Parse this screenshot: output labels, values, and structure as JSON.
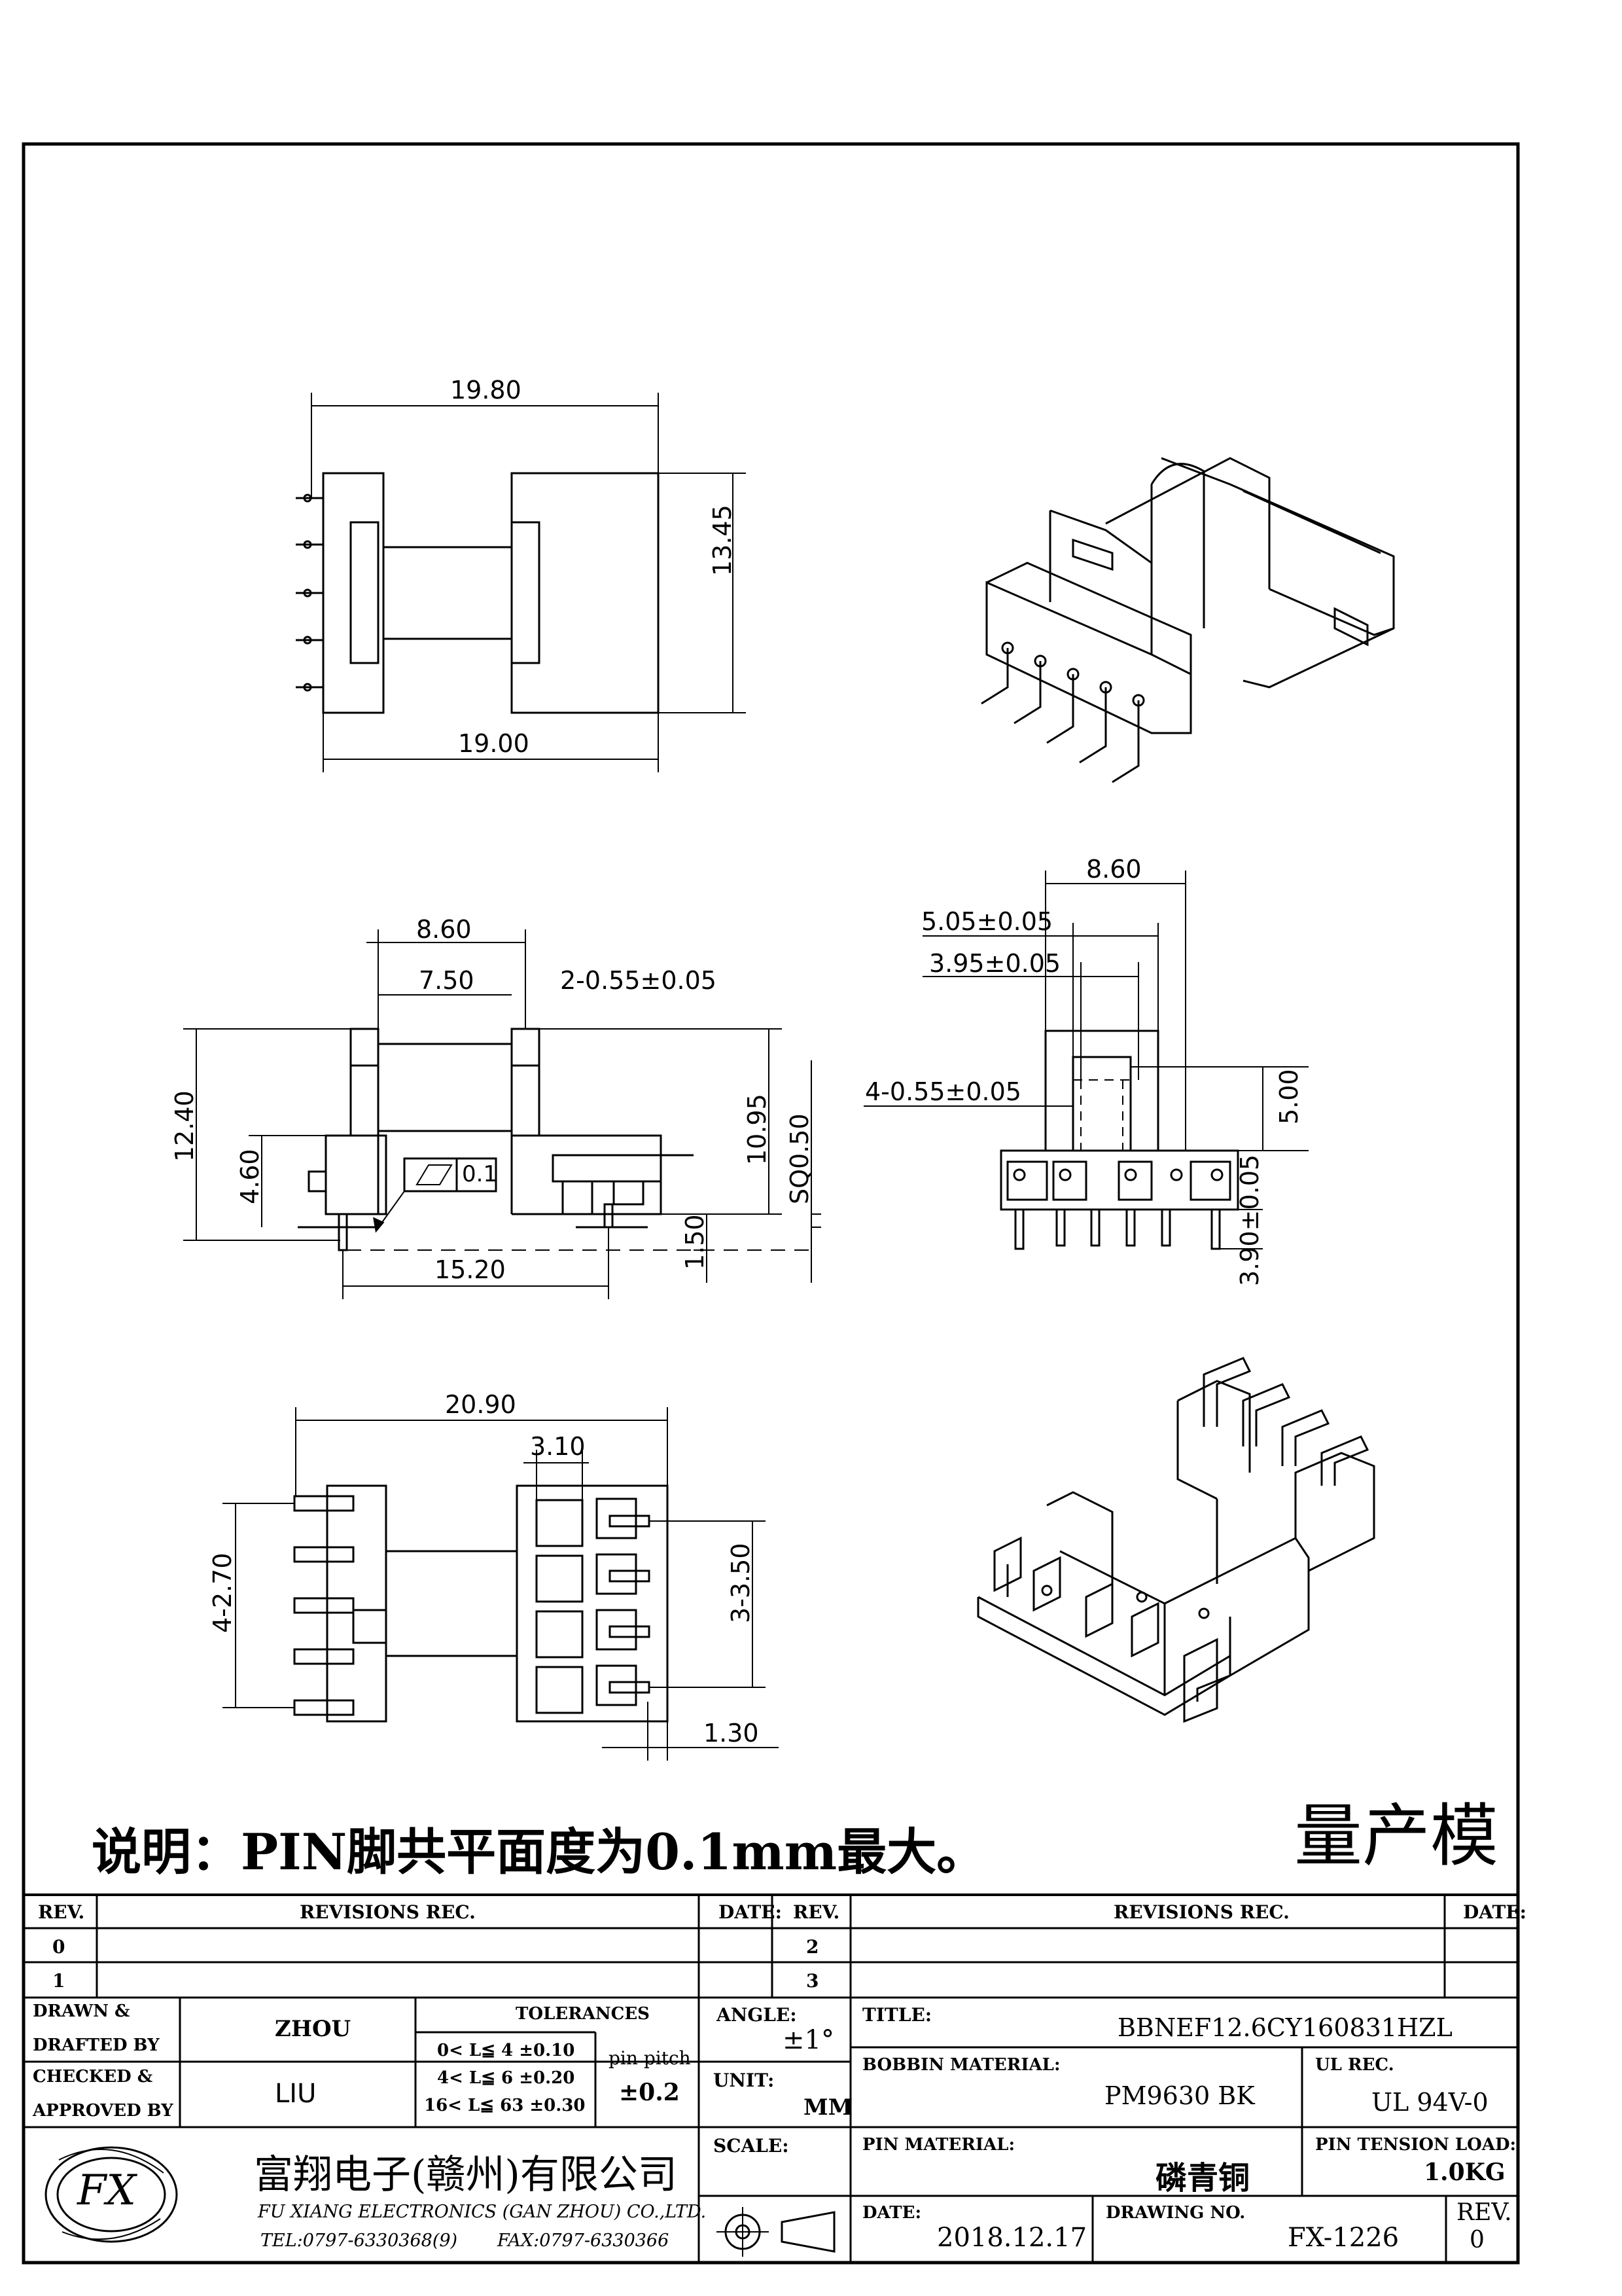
{
  "dims": {
    "top_width_upper": "19.80",
    "top_height": "13.45",
    "top_width_lower": "19.00",
    "side_8_60": "8.60",
    "side_7_50": "7.50",
    "side_pin_dia": "2-0.55±0.05",
    "side_12_40": "12.40",
    "side_4_60": "4.60",
    "side_10_95": "10.95",
    "side_sq": "SQ0.50",
    "side_1_50": "1.50",
    "side_15_20": "15.20",
    "flatness": "0.1",
    "front_8_60": "8.60",
    "front_5_05": "5.05±0.05",
    "front_3_95": "3.95±0.05",
    "front_pin_dia": "4-0.55±0.05",
    "front_5_00": "5.00",
    "front_3_90": "3.90±0.05",
    "bottom_20_90": "20.90",
    "bottom_3_10": "3.10",
    "bottom_4_2_70": "4-2.70",
    "bottom_3_3_50": "3-3.50",
    "bottom_1_30": "1.30"
  },
  "note": "说明：PIN脚共平面度为0.1mm最大。",
  "stage": "量产模",
  "title_block": {
    "rev_header": "REV.",
    "revisions_header": "REVISIONS  REC.",
    "date_header": "DATE:",
    "rev_rows": [
      "0",
      "1",
      "2",
      "3"
    ],
    "drawn_label": "DRAWN &",
    "drafted_label": "DRAFTED BY",
    "drawn_by": "ZHOU",
    "checked_label": "CHECKED &",
    "approved_label": "APPROVED BY",
    "approved_by": "LIU",
    "tolerances_label": "TOLERANCES",
    "tol_1": "0< L≦ 4  ±0.10",
    "tol_2": "4< L≦ 6  ±0.20",
    "tol_3": "16< L≦ 63 ±0.30",
    "pin_pitch_label": "pin pitch",
    "pin_pitch_value": "±0.2",
    "angle_label": "ANGLE:",
    "angle_value": "±1°",
    "unit_label": "UNIT:",
    "unit_value": "MM",
    "scale_label": "SCALE:",
    "title_label": "TITLE:",
    "title_value": "BBNEF12.6CY160831HZL",
    "bobbin_material_label": "BOBBIN MATERIAL:",
    "bobbin_material_value": "PM9630 BK",
    "ul_rec_label": "UL REC.",
    "ul_rec_value": "UL 94V-0",
    "pin_material_label": "PIN MATERIAL:",
    "pin_material_value": "磷青铜",
    "pin_tension_label": "PIN TENSION LOAD:",
    "pin_tension_value": "1.0KG",
    "date_label": "DATE:",
    "date_value": "2018.12.17",
    "drawing_no_label": "DRAWING NO.",
    "drawing_no_value": "FX-1226",
    "rev_label": "REV.",
    "rev_value": "0",
    "company_cn": "富翔电子(赣州)有限公司",
    "company_en": "FU XIANG ELECTRONICS (GAN ZHOU) CO.,LTD.",
    "tel": "TEL:0797-6330368(9)",
    "fax": "FAX:0797-6330366",
    "logo_text": "FX"
  }
}
